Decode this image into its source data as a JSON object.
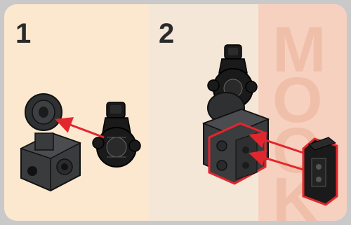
{
  "steps": [
    {
      "number": "1"
    },
    {
      "number": "2"
    }
  ],
  "watermark_letters": [
    "M",
    "O",
    "C",
    "K"
  ],
  "colors": {
    "background": "#fbe8cf",
    "band_right": "#f6d1c0",
    "part_dark": "#3a3b3d",
    "part_black": "#1a1a1a",
    "arrow_red": "#e3262d",
    "highlight_outline": "#e3262d"
  }
}
